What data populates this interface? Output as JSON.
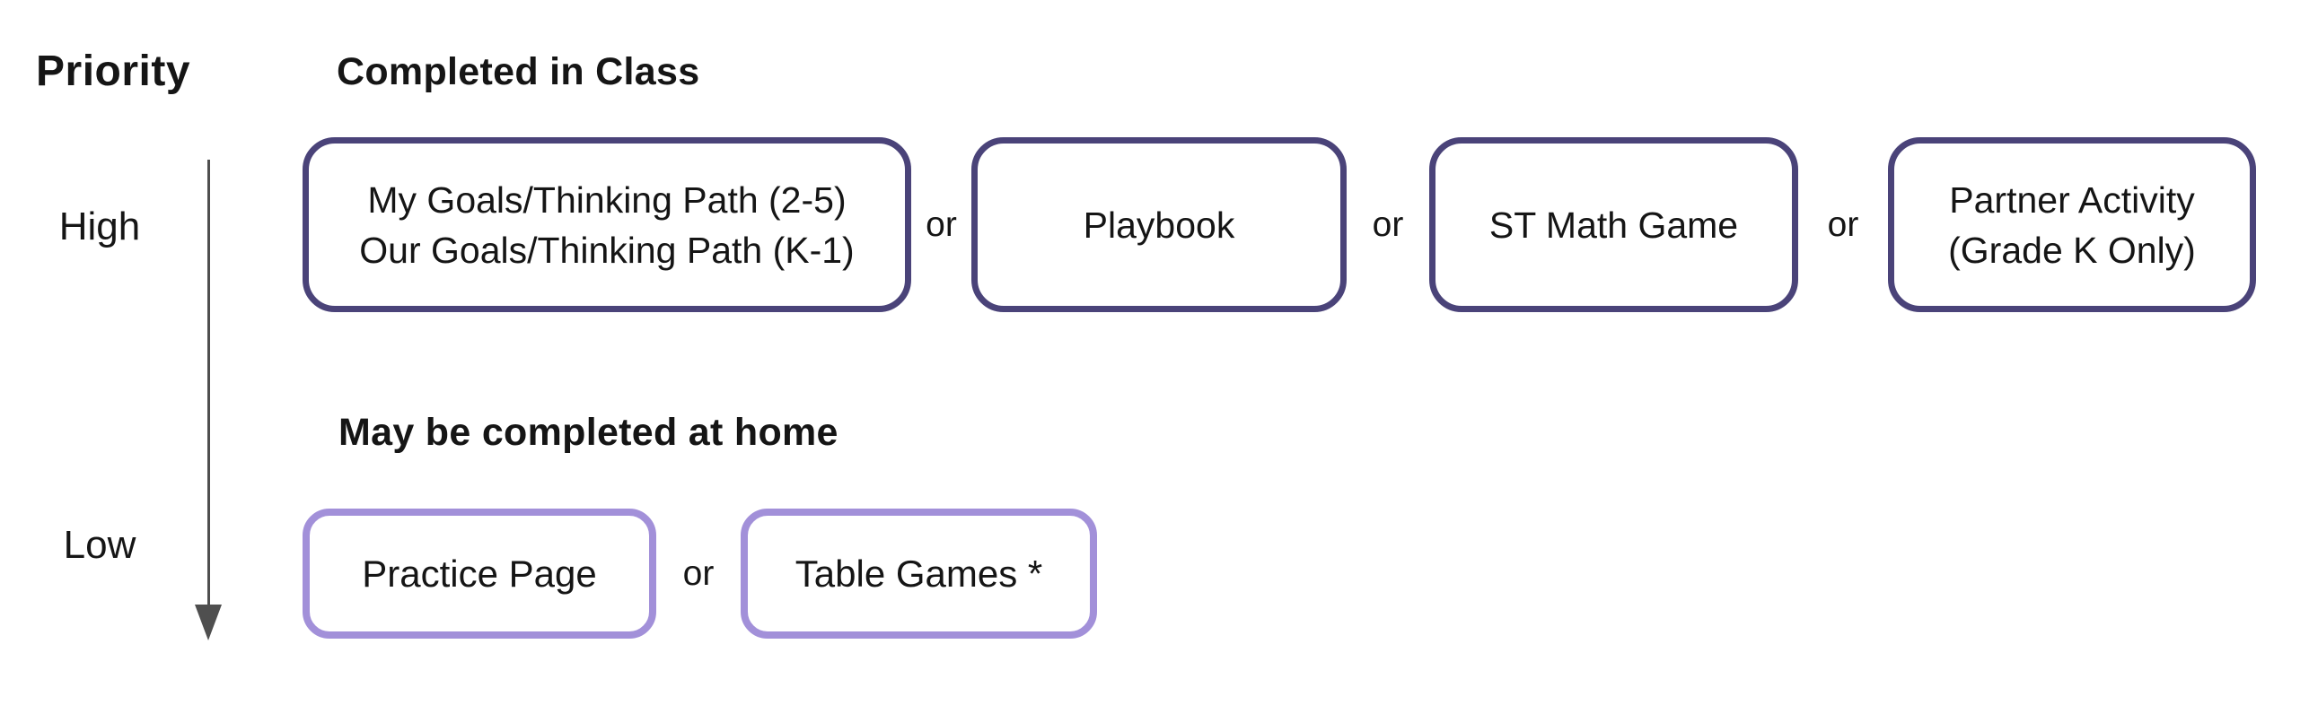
{
  "page": {
    "title": "Priority"
  },
  "axis": {
    "high_label": "High",
    "low_label": "Low",
    "direction": "high-to-low"
  },
  "separator_label": "or",
  "sections": [
    {
      "heading": "Completed in Class",
      "priority": "High",
      "boxes": [
        {
          "lines": [
            "My Goals/Thinking Path (2-5)",
            "Our Goals/Thinking Path (K-1)"
          ]
        },
        {
          "lines": [
            "Playbook"
          ]
        },
        {
          "lines": [
            "ST Math Game"
          ]
        },
        {
          "lines": [
            "Partner Activity",
            "(Grade K Only)"
          ]
        }
      ]
    },
    {
      "heading": "May be completed at home",
      "priority": "Low",
      "boxes": [
        {
          "lines": [
            "Practice Page"
          ]
        },
        {
          "lines": [
            "Table Games *"
          ]
        }
      ]
    }
  ],
  "colors": {
    "in_class_border": "#4a4379",
    "at_home_border": "#a290d9",
    "arrow": "#4f4f4f",
    "text": "#151515"
  }
}
